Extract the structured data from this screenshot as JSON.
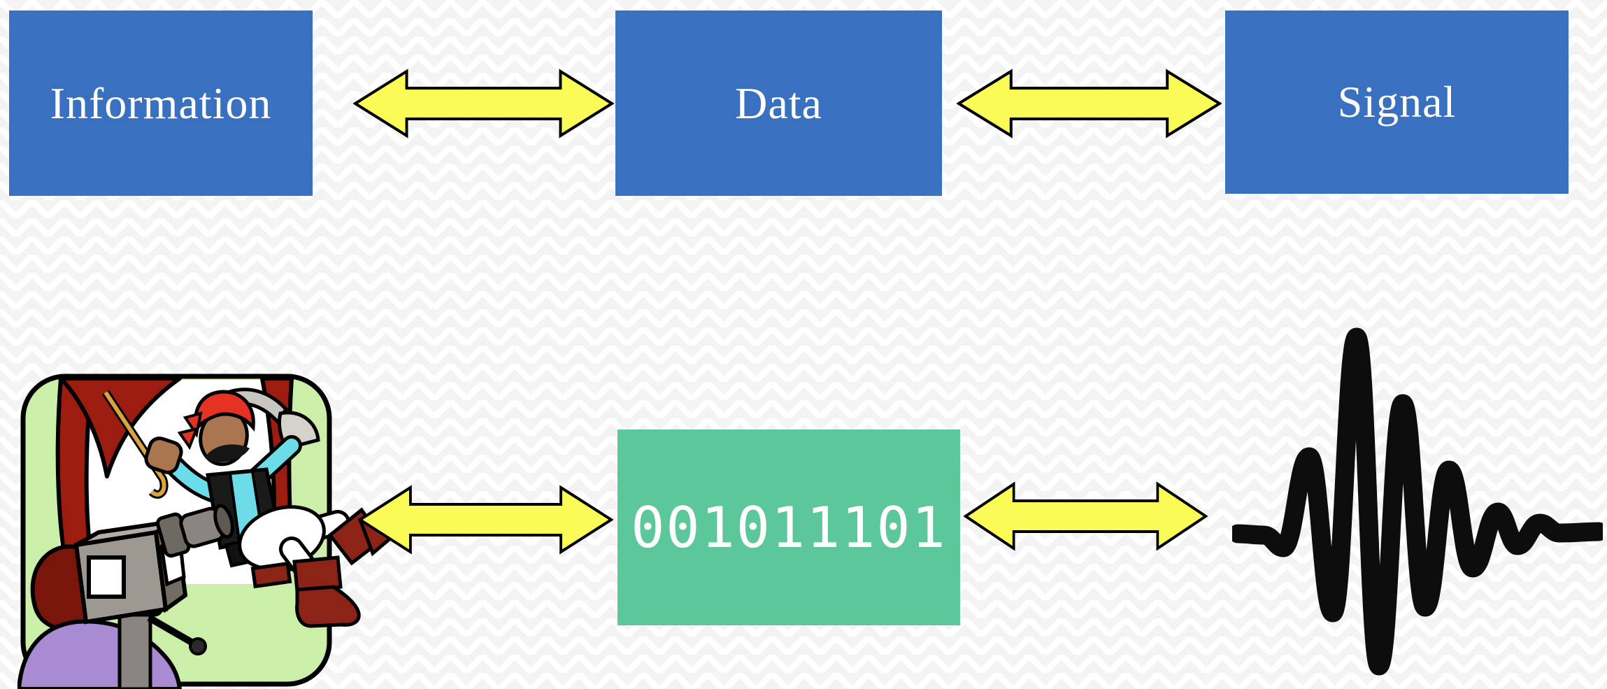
{
  "slide": {
    "top_row": {
      "boxes": [
        {
          "label": "Information"
        },
        {
          "label": "Data"
        },
        {
          "label": "Signal"
        }
      ]
    },
    "bottom_row": {
      "binary_value": "001011101"
    },
    "icons": {
      "connector": "double-headed-arrow",
      "information_example": "pirate-movie-scene-illustration",
      "data_example": "binary-string-box",
      "signal_example": "analog-waveform"
    },
    "colors": {
      "box_blue": "#3a70c0",
      "arrow_yellow": "#fbfb58",
      "binary_green": "#5cc79a",
      "label_text": "#ffffff",
      "waveform_black": "#0d0d0d",
      "background": "#ffffff"
    }
  }
}
